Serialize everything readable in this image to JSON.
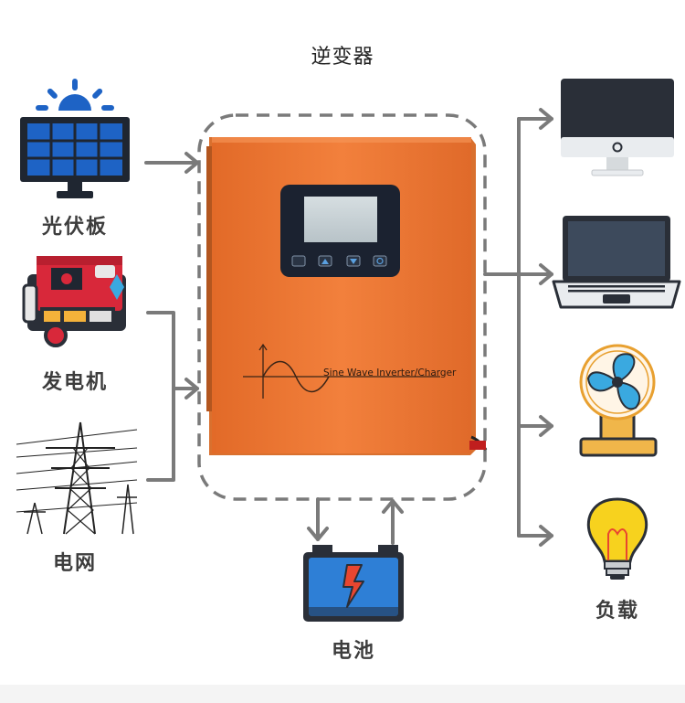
{
  "title": "逆变器",
  "sources": {
    "solar_label": "光伏板",
    "generator_label": "发电机",
    "grid_label": "电网"
  },
  "battery_label": "电池",
  "load_label": "负载",
  "inverter": {
    "panel_text": "Sine Wave Inverter/Charger",
    "body_color": "#ec7a36",
    "lcd_color": "#c8d2d6"
  },
  "colors": {
    "arrow": "#7a7a7a",
    "solar_blue": "#1e63c5",
    "generator_red": "#d8283a",
    "battery_blue": "#2e7fd6",
    "fan_blue": "#3aa9e0",
    "fan_base": "#f0b64a",
    "bulb_yellow": "#f7d21e"
  },
  "icons": [
    "sun-icon",
    "solar-panel-icon",
    "generator-icon",
    "power-tower-icon",
    "battery-icon",
    "lightning-icon",
    "monitor-icon",
    "laptop-icon",
    "fan-icon",
    "bulb-icon"
  ]
}
